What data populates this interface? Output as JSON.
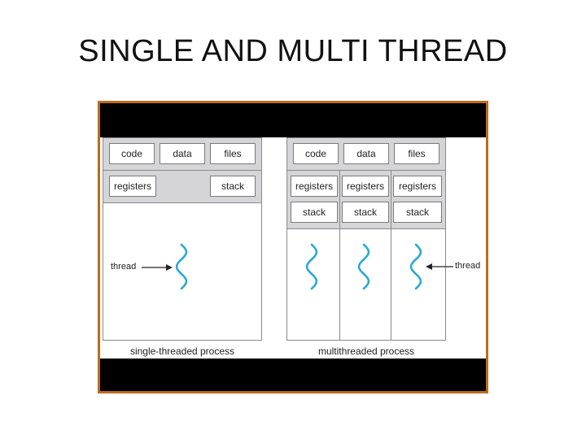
{
  "title": "SINGLE AND MULTI THREAD",
  "colors": {
    "frame_border": "#c06a1c",
    "band_fill": "#d5d5d7",
    "thread_wave": "#29a8d6"
  },
  "single": {
    "code": "code",
    "data": "data",
    "files": "files",
    "registers": "registers",
    "stack": "stack",
    "thread_label": "thread",
    "caption": "single-threaded process"
  },
  "multi": {
    "code": "code",
    "data": "data",
    "files": "files",
    "registers": [
      "registers",
      "registers",
      "registers"
    ],
    "stacks": [
      "stack",
      "stack",
      "stack"
    ],
    "thread_label": "thread",
    "caption": "multithreaded process"
  }
}
